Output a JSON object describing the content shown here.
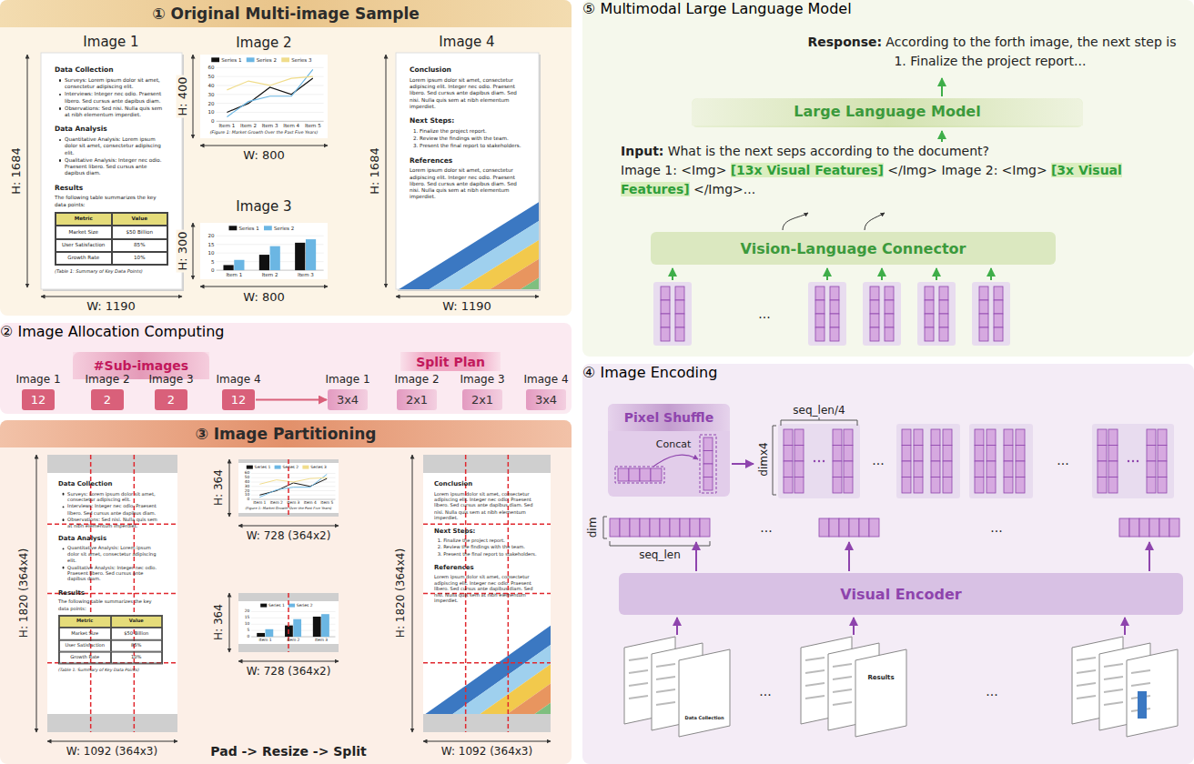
{
  "diagram": {
    "nodes": [
      {
        "text": [
          "① Original Multi-image Sample"
        ]
      },
      {
        "text": [
          "② Image Allocation Computing"
        ]
      },
      {
        "text": [
          "#Sub-images"
        ],
        "in": 1
      },
      {
        "text": [
          "Split Plan"
        ],
        "in": 1
      },
      {
        "text": [
          "12"
        ],
        "in": 1
      },
      {
        "text": [
          "2"
        ],
        "in": 1
      },
      {
        "text": [
          "2"
        ],
        "in": 1
      },
      {
        "text": [
          "12"
        ],
        "in": 1
      },
      {
        "text": [
          "3x4"
        ],
        "in": 1
      },
      {
        "text": [
          "2x1"
        ],
        "in": 1
      },
      {
        "text": [
          "2x1"
        ],
        "in": 1
      },
      {
        "text": [
          "3x4"
        ],
        "in": 1
      },
      {
        "text": [
          "③ Image Partitioning"
        ]
      },
      {
        "text": [
          "④ Image Encoding"
        ]
      },
      {
        "text": [
          "Pixel Shuffle"
        ],
        "in": 13
      },
      {
        "text": [
          "Visual Encoder"
        ],
        "in": 13
      },
      {
        "text": [
          "⑤ Multimodal Large Language Model"
        ]
      },
      {
        "text": [
          "Large Language Model"
        ],
        "in": 16
      },
      {
        "text": [
          "Vision-Language Connector"
        ],
        "in": 16
      }
    ],
    "edges": [
      {
        "from": 7,
        "to": 8,
        "arrow": "to"
      }
    ],
    "labels": [
      "Image 1",
      "H: 1684",
      "W: 1190",
      "Image 2",
      "H: 400",
      "W: 800",
      "Image 3",
      "H: 300",
      "W: 800",
      "Image 4",
      "H: 1684",
      "W: 1190",
      "Data Collection",
      "Surveys: Lorem ipsum dolor sit amet, consectetur adipiscing elit.",
      "Interviews: Integer nec odio. Praesent libero. Sed cursus ante dapibus diam.",
      "Observations: Sed nisi. Nulla quis sem at nibh elementum imperdiet.",
      "Data Analysis",
      "Quantitative Analysis: Lorem ipsum dolor sit amet, consectetur adipiscing elit.",
      "Qualitative Analysis: Integer nec odio. Praesent libero. Sed cursus ante dapibus diam.",
      "Results",
      "The following table summarizes the key data points:",
      "Metric",
      "Value",
      "Market Size",
      "$50 Billion",
      "User Satisfaction",
      "85%",
      "Growth Rate",
      "10%",
      "(Table 1: Summary of Key Data Points)",
      "Series 1",
      "Series 2",
      "Series 3",
      "0",
      "10",
      "20",
      "30",
      "40",
      "50",
      "60",
      "Item 1",
      "Item 2",
      "Item 3",
      "Item 4",
      "Item 5",
      "(Figure 1: Market Growth Over the Past Five Years)",
      "Series 1",
      "Series 2",
      "0",
      "5",
      "10",
      "15",
      "20",
      "Item 1",
      "Item 2",
      "Item 3",
      "Conclusion",
      "Lorem ipsum dolor sit amet, consectetur adipiscing elit. Integer nec odio. Praesent libero. Sed cursus ante dapibus diam. Sed nisi. Nulla quis sem at nibh elementum imperdiet.",
      "Next Steps:",
      "1. Finalize the project report.",
      "2. Review the findings with the team.",
      "3. Present the final report to stakeholders.",
      "References",
      "Lorem ipsum dolor sit amet, consectetur adipiscing elit. Integer nec odio. Praesent libero. Sed cursus ante dapibus diam. Sed nisi. Nulla quis sem at nibh elementum imperdiet.",
      "Image 1",
      "Image 2",
      "Image 3",
      "Image 4",
      "Image 1",
      "Image 2",
      "Image 3",
      "Image 4",
      "H: 1820 (364x4)",
      "W: 1092 (364x3)",
      "H: 364",
      "W: 728 (364x2)",
      "H: 364",
      "W: 728 (364x2)",
      "H: 1820 (364x4)",
      "W: 1092 (364x3)",
      "Pad -> Resize -> Split",
      "Data Collection",
      "Surveys: Lorem ipsum dolor sit amet, consectetur adipiscing elit.",
      "Interviews: Integer nec odio. Praesent libero. Sed cursus ante dapibus diam.",
      "Observations: Sed nisi. Nulla quis sem at nibh elementum imperdiet.",
      "Data Analysis",
      "Quantitative Analysis: Lorem ipsum dolor sit amet, consectetur adipiscing elit.",
      "Qualitative Analysis: Integer nec odio. Praesent libero. Sed cursus ante dapibus diam.",
      "Results",
      "The following table summarizes the key data points:",
      "Metric",
      "Value",
      "Market Size",
      "$50 Billion",
      "User Satisfaction",
      "85%",
      "Growth Rate",
      "10%",
      "(Table 1: Summary of Key Data Points)",
      "Series 1",
      "Series 2",
      "Series 3",
      "0",
      "10",
      "20",
      "30",
      "40",
      "50",
      "60",
      "Item 1",
      "Item 2",
      "Item 3",
      "Item 4",
      "Item 5",
      "(Figure 1: Market Growth Over the Past Five Years)",
      "Series 1",
      "Series 2",
      "0",
      "5",
      "10",
      "15",
      "20",
      "Item 1",
      "Item 2",
      "Item 3",
      "Conclusion",
      "Lorem ipsum dolor sit amet, consectetur adipiscing elit. Integer nec odio. Praesent libero. Sed cursus ante dapibus diam. Sed nisi. Nulla quis sem at nibh elementum imperdiet.",
      "Next Steps:",
      "1. Finalize the project report.",
      "2. Review the findings with the team.",
      "3. Present the final report to stakeholders.",
      "References",
      "Lorem ipsum dolor sit amet, consectetur adipiscing elit. Integer nec odio. Praesent libero. Sed cursus ante dapibus diam. Sed nisi. Nulla quis sem at nibh elementum imperdiet.",
      "Concat",
      "seq_len/4",
      "dimx4",
      "dim",
      "seq_len",
      "...",
      "...",
      "...",
      "...",
      "...",
      "...",
      "Data Collection",
      "Results",
      "Response:",
      "According to the forth image, the next step is 1. Finalize the project report...",
      "Input:",
      "What is the next seps according to the document?",
      "Image 1: <Img>",
      "[13x Visual Features]",
      "</Img> Image 2:",
      "<Img>",
      "[3x Visual Features]",
      "</Img>...",
      "..."
    ]
  }
}
